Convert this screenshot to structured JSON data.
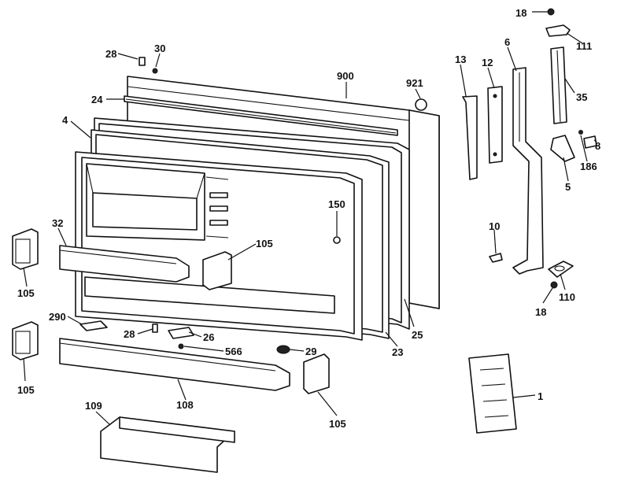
{
  "callouts": {
    "c18_top": "18",
    "c111": "111",
    "c28_top": "28",
    "c30": "30",
    "c900": "900",
    "c921": "921",
    "c13": "13",
    "c12": "12",
    "c6": "6",
    "c35": "35",
    "c24": "24",
    "c4": "4",
    "c8": "8",
    "c186": "186",
    "c5": "5",
    "c150": "150",
    "c32": "32",
    "c105_door": "105",
    "c105_left_top": "105",
    "c10": "10",
    "c110": "110",
    "c18_bottom": "18",
    "c290": "290",
    "c28_mid": "28",
    "c26": "26",
    "c566": "566",
    "c29": "29",
    "c25": "25",
    "c23": "23",
    "c105_left_bottom": "105",
    "c1": "1",
    "c108": "108",
    "c105_bottom": "105",
    "c109": "109"
  }
}
